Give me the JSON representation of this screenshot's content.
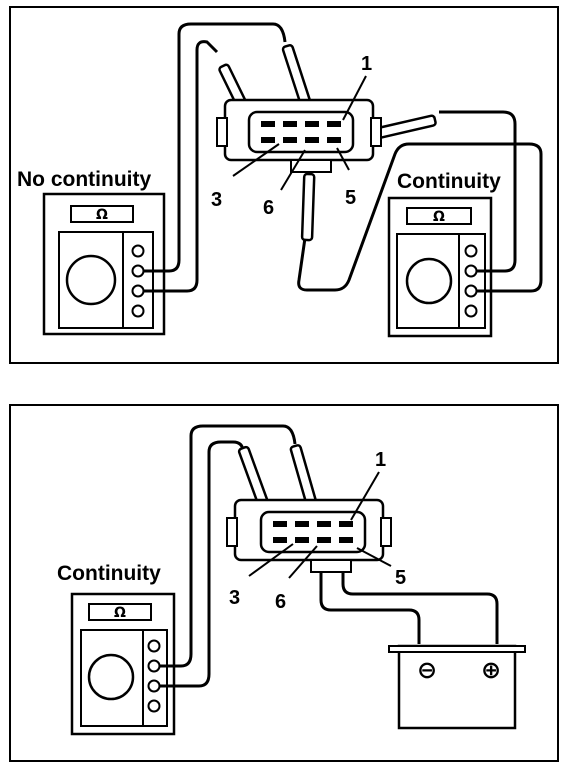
{
  "top_panel": {
    "left_meter_label": "No continuity",
    "right_meter_label": "Continuity",
    "meter_symbol": "Ω",
    "pins": {
      "p1": "1",
      "p3": "3",
      "p5": "5",
      "p6": "6"
    }
  },
  "bottom_panel": {
    "meter_label": "Continuity",
    "meter_symbol": "Ω",
    "pins": {
      "p1": "1",
      "p3": "3",
      "p5": "5",
      "p6": "6"
    },
    "battery": {
      "negative": "⊖",
      "positive": "⊕"
    }
  }
}
